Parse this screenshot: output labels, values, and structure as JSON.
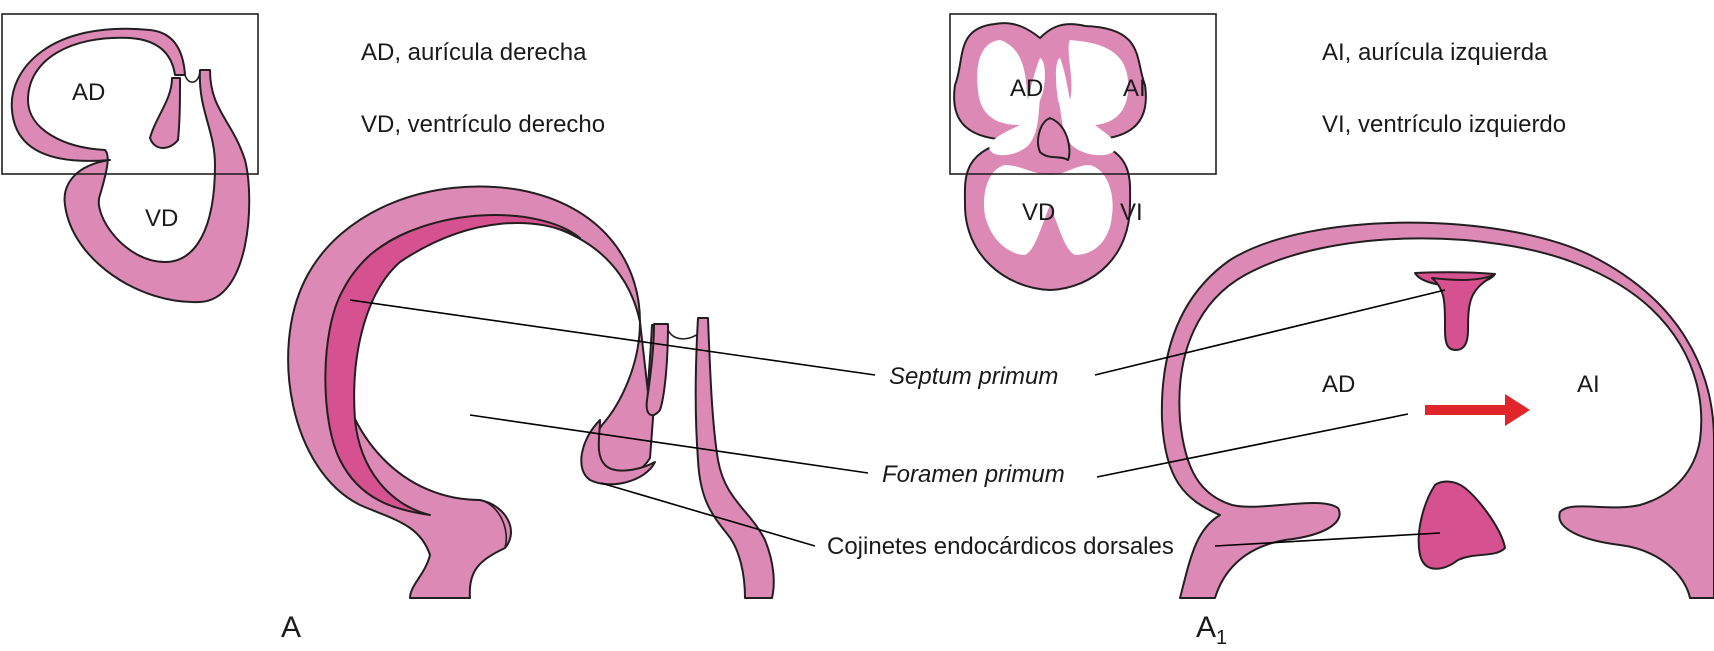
{
  "legend": {
    "ad": "AD, aurícula derecha",
    "vd": "VD, ventrículo derecho",
    "ai": "AI, aurícula izquierda",
    "vi": "VI, ventrículo izquierdo"
  },
  "chambers": {
    "ad": "AD",
    "vd": "VD",
    "ai": "AI",
    "vi": "VI"
  },
  "callouts": {
    "septum_primum": "Septum primum",
    "foramen_primum": "Foramen primum",
    "cojinetes": "Cojinetes endocárdicos dorsales"
  },
  "panels": {
    "a": "A",
    "a1_main": "A",
    "a1_sub": "1"
  },
  "colors": {
    "wall": "#dc8ab5",
    "septum": "#d6518f",
    "arrow": "#e0262b",
    "outline": "#231f20"
  }
}
